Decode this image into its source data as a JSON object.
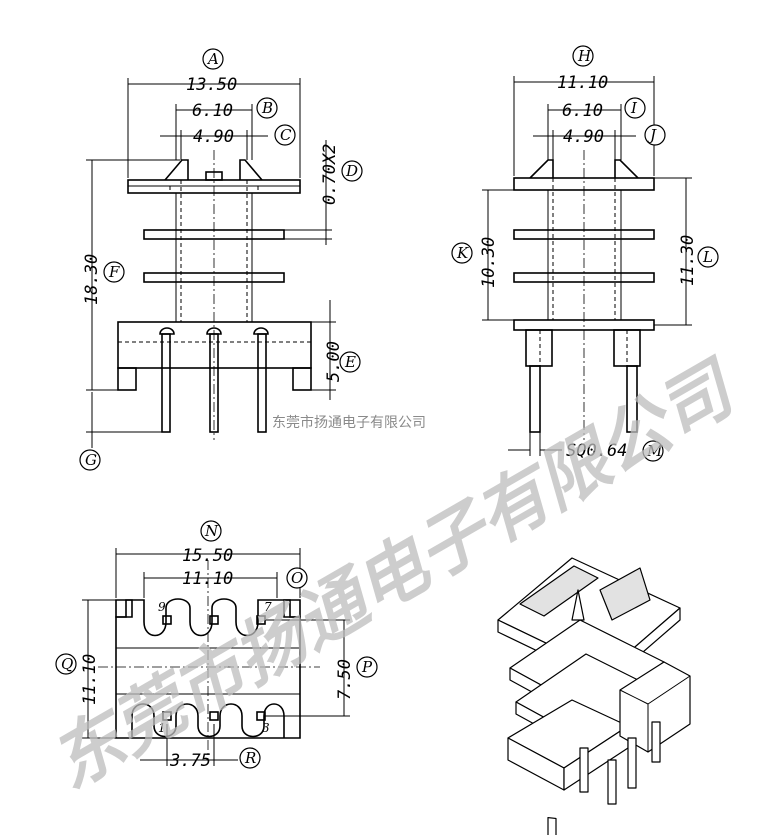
{
  "watermark": {
    "large_text": "东莞市扬通电子有限公司",
    "small_text": "东莞市扬通电子有限公司"
  },
  "front_view": {
    "dims": {
      "A": "13.50",
      "B": "6.10",
      "C": "4.90",
      "D": "0.70X2",
      "E": "5.00",
      "F": "18.30"
    },
    "labels": [
      "A",
      "B",
      "C",
      "D",
      "E",
      "F",
      "G"
    ]
  },
  "side_view": {
    "dims": {
      "H": "11.10",
      "I": "6.10",
      "J": "4.90",
      "K": "10.30",
      "L": "11.30",
      "M": "SQ0.64"
    },
    "labels": [
      "H",
      "I",
      "J",
      "K",
      "L",
      "M"
    ]
  },
  "bottom_view": {
    "dims": {
      "N": "15.50",
      "O": "11.10",
      "P": "7.50",
      "Q": "3.75",
      "R": "11.10"
    },
    "labels": [
      "N",
      "O",
      "P",
      "Q",
      "R"
    ]
  },
  "pin_marks": [
    "9",
    "7",
    "1",
    "3"
  ]
}
